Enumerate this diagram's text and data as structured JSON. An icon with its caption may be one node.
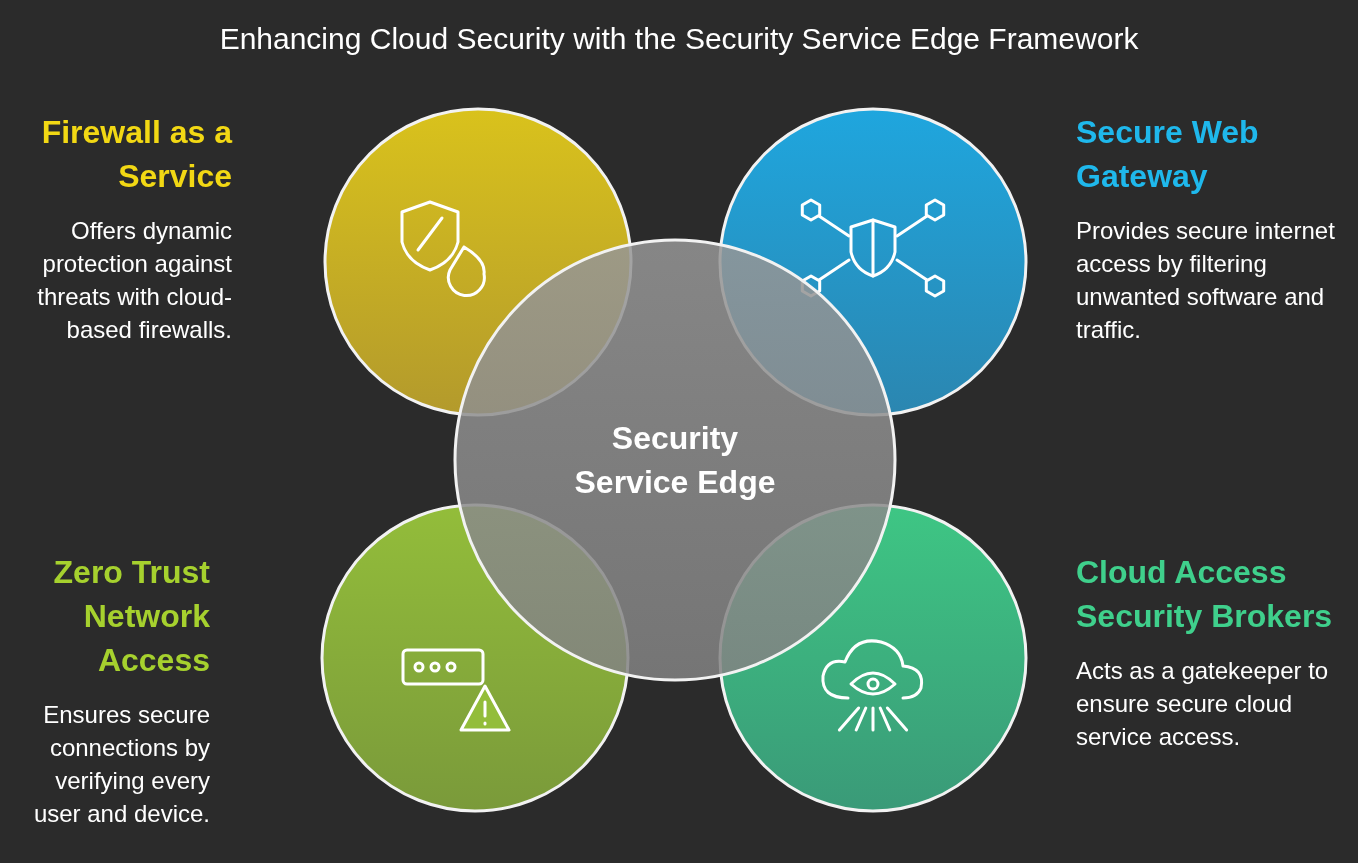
{
  "diagram": {
    "title": "Enhancing Cloud Security with the Security Service Edge Framework",
    "nodes": [
      {
        "text": [],
        "shape": "circle",
        "beside": [
          "Firewall as a Service",
          "Offers dynamic protection against threats with cloud-based firewalls."
        ]
      },
      {
        "text": [],
        "shape": "circle",
        "beside": [
          "Secure Web Gateway",
          "Provides secure internet access by filtering unwanted software and traffic."
        ]
      },
      {
        "text": [
          "Security Service Edge"
        ]
      },
      {
        "text": [],
        "shape": "circle",
        "beside": [
          "Zero Trust Network Access",
          "Ensures secure connections by verifying every user and device."
        ]
      },
      {
        "text": [],
        "shape": "circle",
        "beside": [
          "Cloud Access Security Brokers",
          "Acts as a gatekeeper to ensure secure cloud service access."
        ]
      }
    ]
  }
}
